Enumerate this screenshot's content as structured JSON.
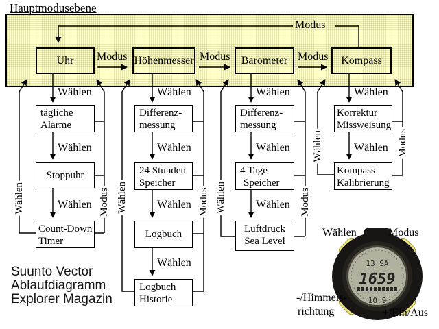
{
  "title": "Hauptmodusebene",
  "labels": {
    "modus": "Modus",
    "waehlen": "Wählen"
  },
  "colors": {
    "panel_bg": "#ffffc9",
    "line": "#000000",
    "box_bg": "#ffffff",
    "watch_button": "#ece47e",
    "watch_lcd": "#b2b1a0"
  },
  "modes": [
    {
      "label": "Uhr"
    },
    {
      "label": "Höhenmesser"
    },
    {
      "label": "Barometer"
    },
    {
      "label": "Kompass"
    }
  ],
  "columns": [
    {
      "mode": "Uhr",
      "boxes": [
        [
          "tägliche",
          "Alarme"
        ],
        [
          "Stoppuhr"
        ],
        [
          "Count-Down",
          "Timer"
        ]
      ]
    },
    {
      "mode": "Höhenmesser",
      "boxes": [
        [
          "Differenz-",
          "messung"
        ],
        [
          "24 Stunden",
          "Speicher"
        ],
        [
          "Logbuch"
        ],
        [
          "Logbuch",
          "Historie"
        ]
      ]
    },
    {
      "mode": "Barometer",
      "boxes": [
        [
          "Differenz-",
          "messung"
        ],
        [
          "4 Tage",
          "Speicher"
        ],
        [
          "Luftdruck",
          "Sea Level"
        ]
      ]
    },
    {
      "mode": "Kompass",
      "boxes": [
        [
          "Korrektur",
          "Missweisung"
        ],
        [
          "Kompass",
          "Kalibrierung"
        ]
      ]
    }
  ],
  "credit": {
    "lines": [
      "Suunto Vector",
      "Ablaufdiagramm",
      "Explorer Magazin"
    ]
  },
  "watch": {
    "button_labels": {
      "top_left": "Wählen",
      "top_right": "Modus",
      "bottom_left_line1": "-/Himmels-",
      "bottom_left_line2": "richtung",
      "bottom_right": "+/Ein/Aus"
    },
    "display": {
      "top": "13 SA",
      "time": "1659",
      "bottom": "10 9"
    }
  }
}
